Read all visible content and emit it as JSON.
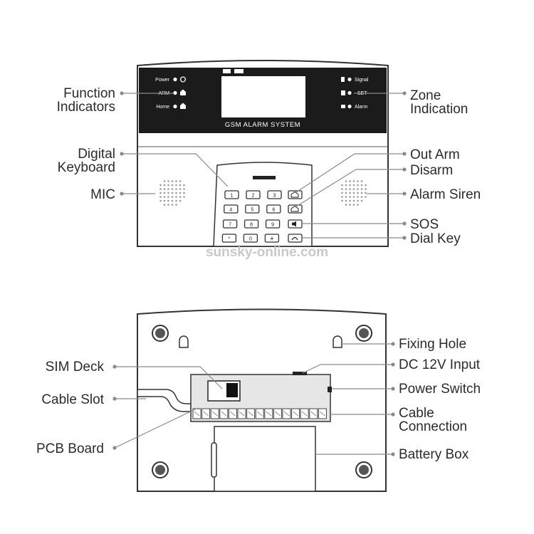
{
  "front_panel": {
    "indicators_left": [
      "Power",
      "ARM",
      "Home"
    ],
    "indicators_right": [
      "Signal",
      "SET",
      "Alarm"
    ],
    "display_brand": "GSM ALARM SYSTEM",
    "keypad": [
      [
        "1",
        "2",
        "3"
      ],
      [
        "4",
        "5",
        "6"
      ],
      [
        "7",
        "8",
        "9"
      ],
      [
        "*",
        "0",
        "#"
      ]
    ],
    "callouts_left": {
      "function_indicators": [
        "Function",
        "Indicators"
      ],
      "digital_keyboard": [
        "Digital",
        "Keyboard"
      ],
      "mic": "MIC"
    },
    "callouts_right": {
      "zone_indication": [
        "Zone",
        "Indication"
      ],
      "out_arm": "Out Arm",
      "disarm": "Disarm",
      "alarm_siren": "Alarm Siren",
      "sos": "SOS",
      "dial_key": "Dial Key"
    }
  },
  "back_panel": {
    "callouts_left": {
      "sim_deck": "SIM Deck",
      "cable_slot": "Cable Slot",
      "pcb_board": "PCB Board"
    },
    "callouts_right": {
      "fixing_hole": "Fixing Hole",
      "dc_input": "DC 12V Input",
      "power_switch": "Power Switch",
      "cable_connection": [
        "Cable",
        "Connection"
      ],
      "battery_box": "Battery Box"
    }
  },
  "watermark": "sunsky-online.com",
  "colors": {
    "outline": "#333333",
    "panel_dark": "#1a1a1a",
    "leader": "#8a8a8a",
    "text": "#2b2b2b",
    "pcb": "#e6e6e6"
  }
}
